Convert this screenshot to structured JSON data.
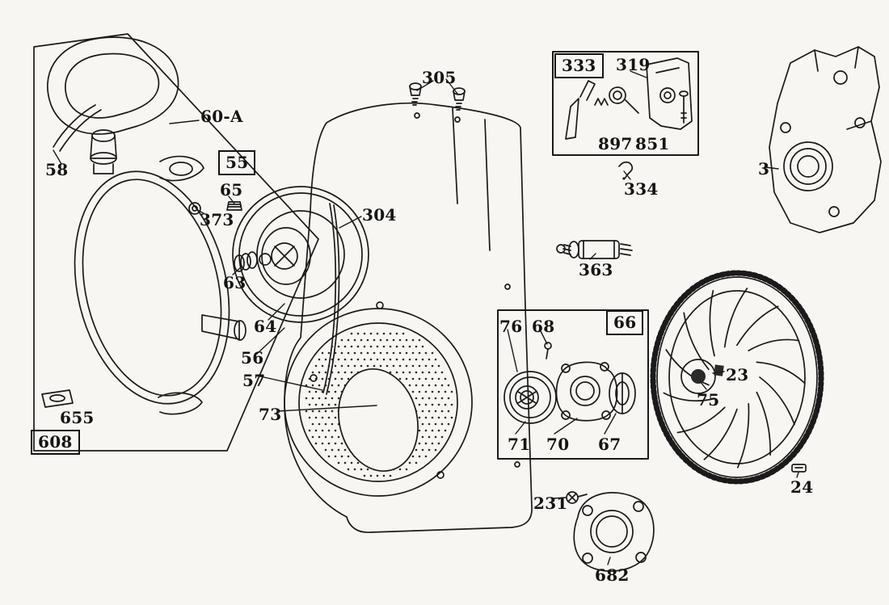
{
  "figure": {
    "kind": "exploded-parts-diagram"
  },
  "colors": {
    "ink": "#1a1a1a",
    "paper": "#f7f6f2"
  },
  "callouts": {
    "n60a": "60-A",
    "n58": "58",
    "n55": "55",
    "n65": "65",
    "n373": "373",
    "n304": "304",
    "n63": "63",
    "n64": "64",
    "n56": "56",
    "n57": "57",
    "n73": "73",
    "n655": "655",
    "n608": "608",
    "n305": "305",
    "n333": "333",
    "n319": "319",
    "n897": "897",
    "n851": "851",
    "n334": "334",
    "n363": "363",
    "n3": "3",
    "n66": "66",
    "n76": "76",
    "n68": "68",
    "n71": "71",
    "n70": "70",
    "n67": "67",
    "n23": "23",
    "n75": "75",
    "n24": "24",
    "n231": "231",
    "n682": "682"
  }
}
